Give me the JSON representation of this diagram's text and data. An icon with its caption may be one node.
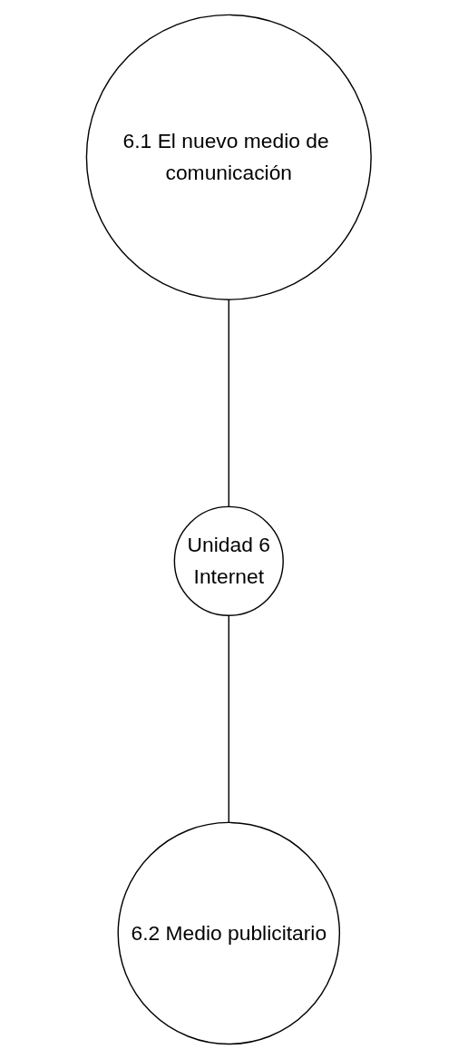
{
  "diagram": {
    "nodes": [
      {
        "text": [
          "6.1 El nuevo medio de comunicación"
        ]
      },
      {
        "text": [
          "Unidad 6",
          "Internet"
        ]
      },
      {
        "text": [
          "6.2 Medio publicitario"
        ]
      }
    ],
    "edges": [
      {
        "from": 0,
        "to": 1,
        "arrow": "none"
      },
      {
        "from": 1,
        "to": 2,
        "arrow": "none"
      }
    ]
  }
}
